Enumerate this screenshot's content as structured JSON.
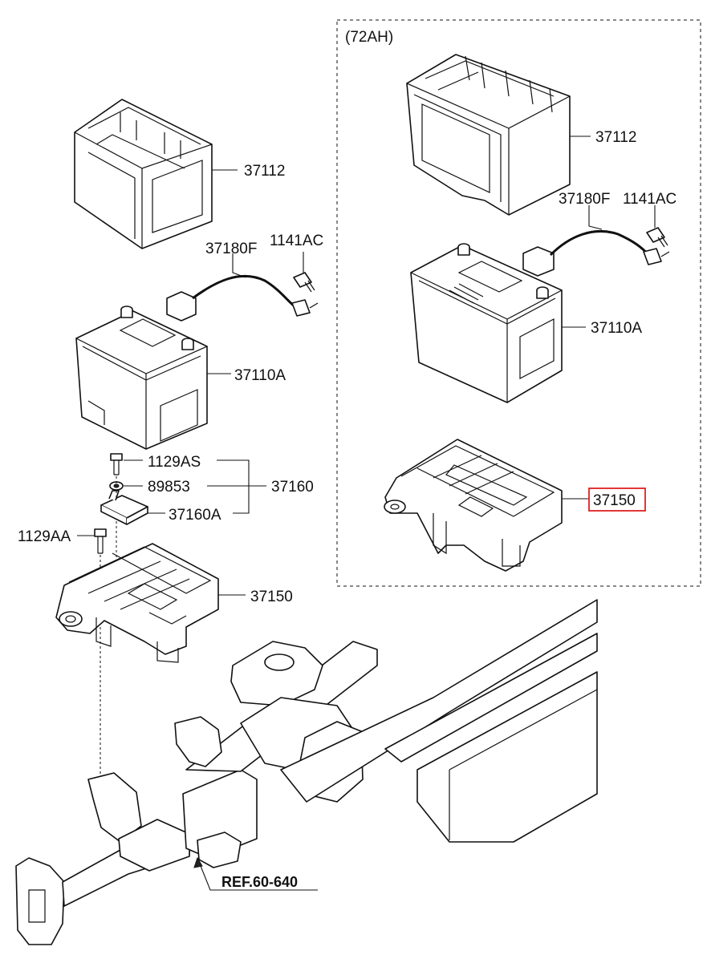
{
  "variant_box": {
    "title": "(72AH)"
  },
  "left_assembly": {
    "cover": "37112",
    "cable": "37180F",
    "bolt_cable": "1141AC",
    "battery": "37110A",
    "bolt_small": "1129AS",
    "nut": "89853",
    "bracket_kit": "37160",
    "clamp": "37160A",
    "bolt_tray": "1129AA",
    "tray": "37150"
  },
  "right_assembly": {
    "cover": "37112",
    "cable": "37180F",
    "bolt_cable": "1141AC",
    "battery": "37110A",
    "tray": "37150"
  },
  "reference": {
    "label": "REF.60-640"
  },
  "highlight": {
    "color": "#e02020",
    "target": "37150"
  }
}
